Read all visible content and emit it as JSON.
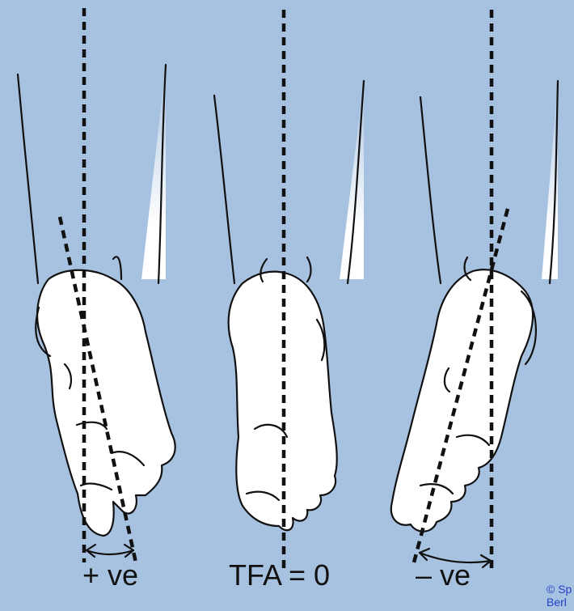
{
  "labels": {
    "left": "+ ve",
    "middle": "TFA = 0",
    "right": "– ve"
  },
  "copyright": {
    "line1": "© Sp",
    "line2": "Berl"
  },
  "colors": {
    "background": "#a7c2e0",
    "ink": "#111111",
    "foot_fill": "#ffffff",
    "copyright_text": "#2340c8"
  },
  "icons": [
    "left-foot-icon",
    "middle-foot-icon",
    "right-foot-icon",
    "arrow-icon"
  ]
}
